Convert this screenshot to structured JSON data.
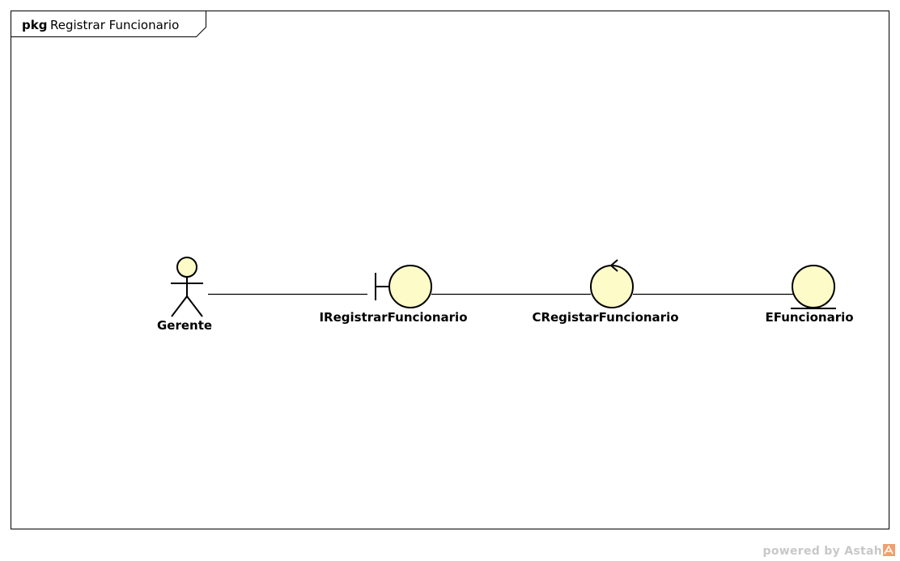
{
  "frame": {
    "keyword": "pkg",
    "name": "Registrar Funcionario"
  },
  "elements": {
    "actor": {
      "label": "Gerente",
      "stereotype": "actor"
    },
    "boundary": {
      "label": "IRegistrarFuncionario",
      "stereotype": "boundary"
    },
    "control": {
      "label": "CRegistarFuncionario",
      "stereotype": "control"
    },
    "entity": {
      "label": "EFuncionario",
      "stereotype": "entity"
    }
  },
  "links": [
    {
      "from": "Gerente",
      "to": "IRegistrarFuncionario"
    },
    {
      "from": "IRegistrarFuncionario",
      "to": "CRegistarFuncionario"
    },
    {
      "from": "CRegistarFuncionario",
      "to": "EFuncionario"
    }
  ],
  "colors": {
    "element_fill": "#fdfbc8",
    "stroke": "#000000",
    "watermark_text": "#c8c8c8",
    "watermark_logo": "#f0a070"
  },
  "watermark": {
    "text": "powered by Astah"
  }
}
